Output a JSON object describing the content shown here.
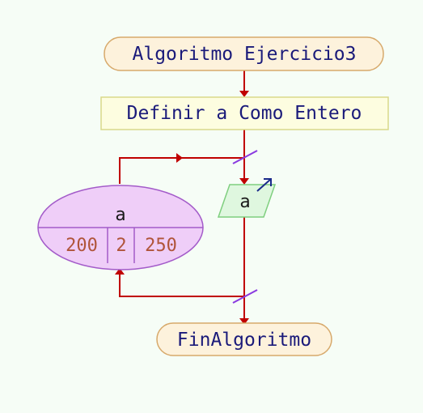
{
  "flowchart": {
    "start_label": "Algoritmo Ejercicio3",
    "define_label": "Definir a Como Entero",
    "loop": {
      "variable": "a",
      "values": [
        "200",
        "2",
        "250"
      ]
    },
    "read_label": "a",
    "end_label": "FinAlgoritmo"
  },
  "colors": {
    "background": "#f6fdf6",
    "terminal_fill": "#fdf2dc",
    "terminal_stroke": "#d7a96b",
    "process_fill": "#fdfde0",
    "process_stroke": "#d9d98a",
    "io_fill": "#dff7df",
    "io_stroke": "#7fcf7f",
    "loop_fill": "#efcef8",
    "loop_stroke": "#a35bc9",
    "arrow": "#c00000",
    "keyword_text": "#1a1a7a",
    "value_text": "#b0543a",
    "input_arrow": "#1a2a8a",
    "slash": "#8a3ae0"
  }
}
